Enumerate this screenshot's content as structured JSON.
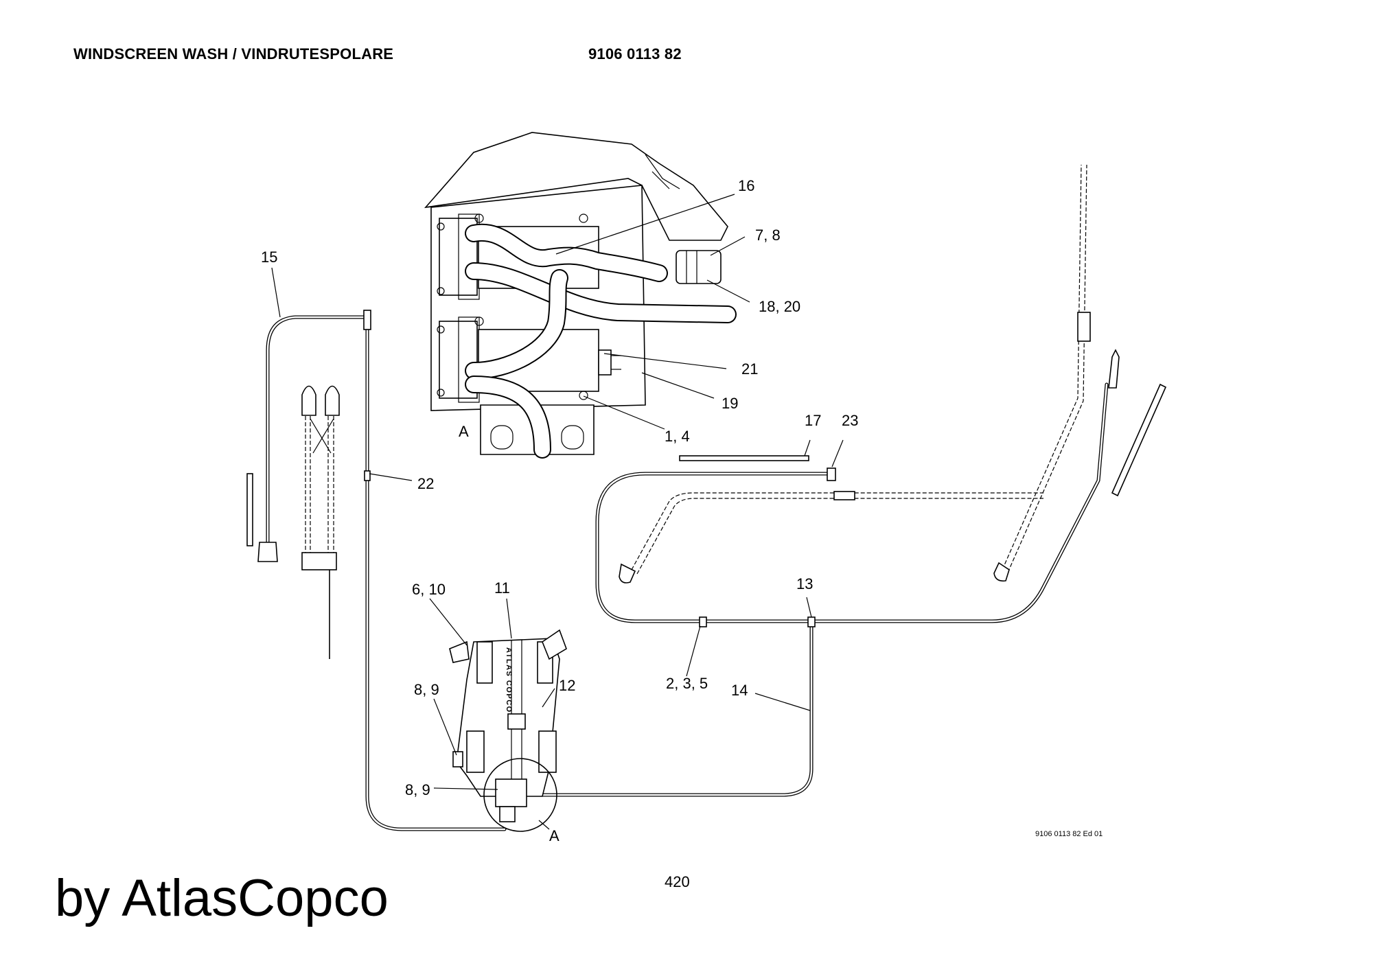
{
  "header": {
    "title": "WINDSCREEN WASH / VINDRUTESPOLARE",
    "part_number": "9106 0113 82"
  },
  "callouts": {
    "c15": "15",
    "c16": "16",
    "c7_8": "7, 8",
    "c18_20": "18, 20",
    "c21": "21",
    "c19": "19",
    "c1_4": "1, 4",
    "cA_top": "A",
    "c17": "17",
    "c23": "23",
    "c22": "22",
    "c13": "13",
    "c6_10": "6, 10",
    "c11": "11",
    "c12": "12",
    "c8_9a": "8, 9",
    "c8_9b": "8, 9",
    "c2_3_5": "2, 3, 5",
    "c14": "14",
    "cA_bottom": "A"
  },
  "tank_label": "ATLAS COPCO",
  "drawing_ref": "9106 0113 82 Ed 01",
  "page_number": "420",
  "footer_brand": "by AtlasCopco"
}
